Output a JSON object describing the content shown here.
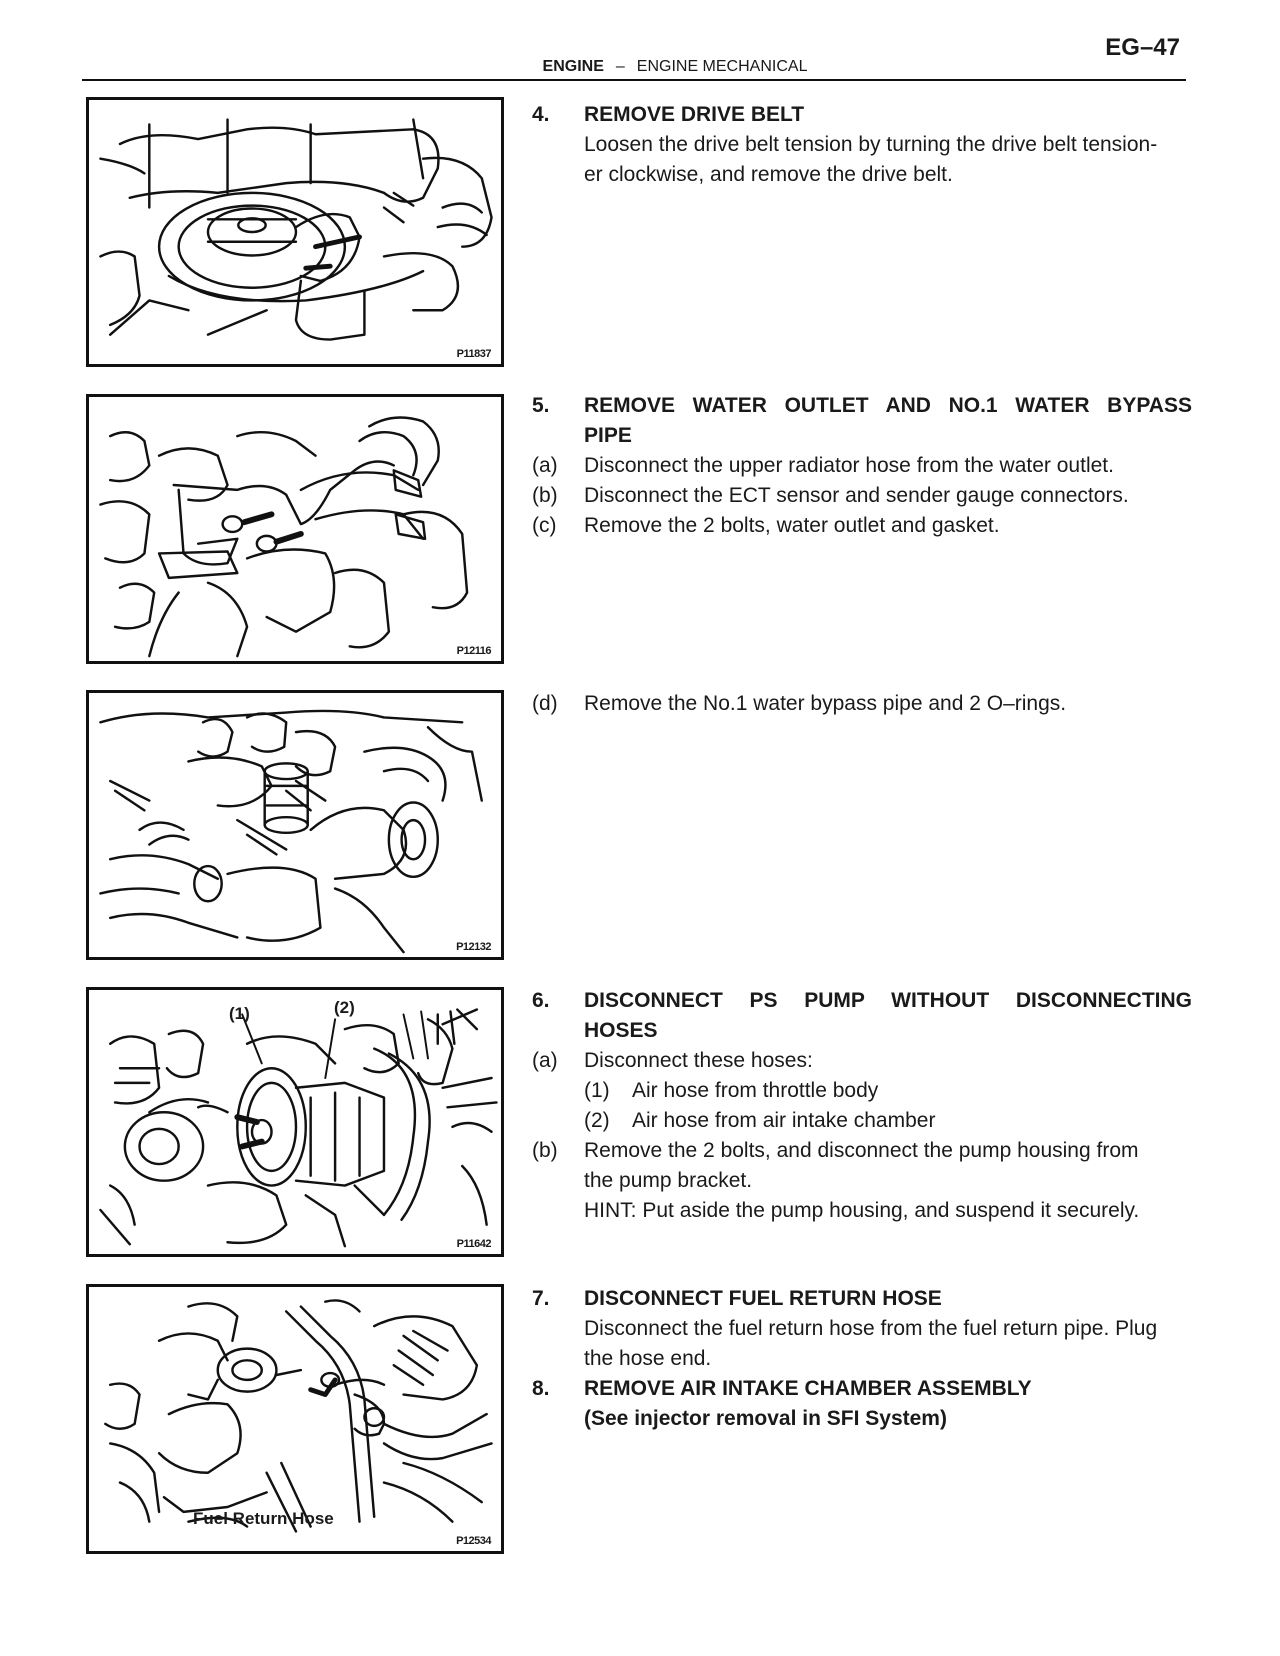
{
  "header": {
    "page_number": "EG–47",
    "section": "ENGINE",
    "separator": "–",
    "subsection": "ENGINE MECHANICAL"
  },
  "figures": [
    {
      "code": "P11837"
    },
    {
      "code": "P12116"
    },
    {
      "code": "P12132"
    },
    {
      "code": "P11642",
      "labels": [
        "(1)",
        "(2)"
      ]
    },
    {
      "code": "P12534",
      "labels": [
        "Fuel Return Hose"
      ]
    }
  ],
  "steps": {
    "s4": {
      "num": "4.",
      "title": "REMOVE DRIVE BELT",
      "body_line1": "Loosen the drive belt tension by turning the drive belt tension-",
      "body_line2": "er clockwise, and remove the drive belt."
    },
    "s5": {
      "num": "5.",
      "title_line1": "REMOVE WATER OUTLET AND NO.1 WATER BYPASS",
      "title_line2": "PIPE",
      "items": [
        {
          "label": "(a)",
          "text": "Disconnect the upper radiator hose from the water outlet."
        },
        {
          "label": "(b)",
          "text": "Disconnect the ECT sensor and sender gauge connectors."
        },
        {
          "label": "(c)",
          "text": "Remove the 2 bolts, water outlet and gasket."
        },
        {
          "label": "(d)",
          "text": "Remove the No.1 water bypass pipe and 2 O–rings."
        }
      ]
    },
    "s6": {
      "num": "6.",
      "title_line1": "DISCONNECT PS PUMP WITHOUT DISCONNECTING",
      "title_line2": "HOSES",
      "a_label": "(a)",
      "a_text": "Disconnect these hoses:",
      "sub": [
        {
          "label": "(1)",
          "text": "Air hose from throttle body"
        },
        {
          "label": "(2)",
          "text": "Air hose from air intake chamber"
        }
      ],
      "b_label": "(b)",
      "b_line1": "Remove the 2 bolts, and disconnect the pump housing from",
      "b_line2": "the pump bracket.",
      "hint": "HINT: Put aside the pump housing, and suspend it securely."
    },
    "s7": {
      "num": "7.",
      "title": "DISCONNECT FUEL RETURN HOSE",
      "body_line1": "Disconnect the fuel return hose from the fuel return pipe. Plug",
      "body_line2": "the hose end."
    },
    "s8": {
      "num": "8.",
      "title_line1": "REMOVE AIR INTAKE CHAMBER ASSEMBLY",
      "title_line2": "(See injector removal in SFI System)"
    }
  }
}
